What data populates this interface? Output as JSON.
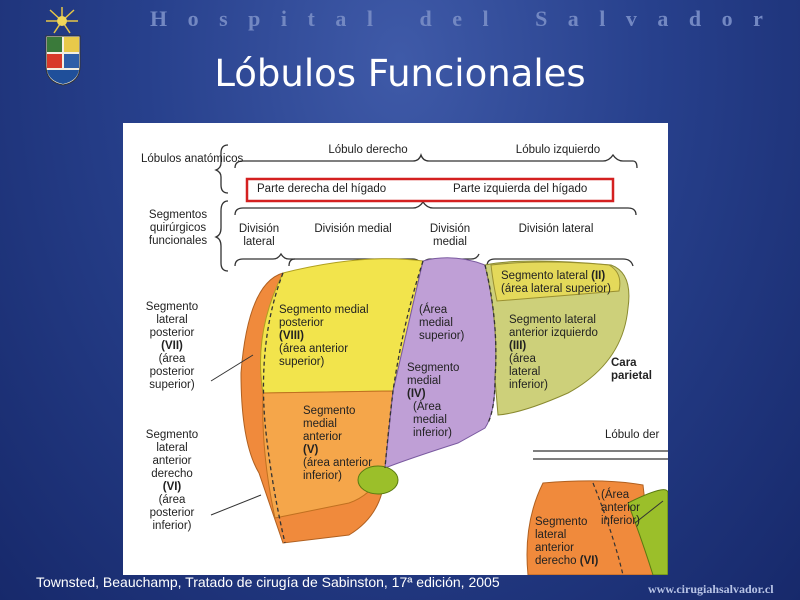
{
  "header": {
    "institution": "Hospital del Salvador",
    "title": "Lóbulos Funcionales"
  },
  "figure": {
    "rows": {
      "anatomic": "Lóbulos anatómicos",
      "surgical": "Segmentos quirúrgicos funcionales"
    },
    "anatomic_lobes": {
      "right": "Lóbulo derecho",
      "left": "Lóbulo izquierdo"
    },
    "liver_parts": {
      "right": "Parte derecha del hígado",
      "left": "Parte izquierda del hígado"
    },
    "divisions": {
      "right_lateral": "División lateral",
      "right_medial": "División medial",
      "left_medial": "División medial",
      "left_lateral": "División  lateral"
    },
    "segments": {
      "vii": {
        "l1": "Segmento",
        "l2": "lateral",
        "l3": "posterior",
        "num": "(VII)",
        "l4": "(área",
        "l5": "posterior",
        "l6": "superior)"
      },
      "vi": {
        "l1": "Segmento",
        "l2": "lateral",
        "l3": "anterior",
        "l4": "derecho",
        "num": "(VI)",
        "l5": "(área",
        "l6": "posterior",
        "l7": "inferior)"
      },
      "viii": {
        "l1": "Segmento medial",
        "l2": "posterior",
        "num": "(VIII)",
        "l3": "(área anterior",
        "l4": "superior)"
      },
      "v": {
        "l1": "Segmento",
        "l2": "medial",
        "l3": "anterior",
        "num": "(V)",
        "l4": "(área anterior",
        "l5": "inferior)"
      },
      "iva": {
        "l1": "(Área",
        "l2": "medial",
        "l3": "superior)"
      },
      "iv": {
        "l1": "Segmento",
        "l2": "medial",
        "num": "(IV)"
      },
      "ivb": {
        "l1": "(Área",
        "l2": "medial",
        "l3": "inferior)"
      },
      "ii": {
        "l1": "Segmento lateral",
        "num": "(II)",
        "l2": "(área lateral superior)"
      },
      "iii": {
        "l1": "Segmento lateral",
        "l2": "anterior izquierdo",
        "num": "(III)",
        "l3": "(área",
        "l4": "lateral",
        "l5": "inferior)"
      },
      "vi_inset": {
        "l1": "Segmento",
        "l2": "lateral",
        "l3": "anterior",
        "l4": "derecho",
        "num": "(VI)"
      },
      "inset_area": {
        "l1": "(Área",
        "l2": "anterior",
        "l3": "inferior)"
      }
    },
    "cara_parietal": {
      "l1": "Cara",
      "l2": "parietal"
    },
    "lobulo_derecho_partial": "Lóbulo der"
  },
  "footer": {
    "citation": "Townsted, Beauchamp, Tratado de cirugía de Sabinston, 17ª edición, 2005",
    "website": "www.cirugiahsalvador.cl"
  },
  "colors": {
    "background": "#27408c",
    "highlight_box": "#d42020",
    "segment_yellow": "#f2e44c",
    "segment_orange": "#f08a3c",
    "segment_purple": "#bf9fd6",
    "segment_olive": "#cdd07a",
    "gallbladder": "#9bbf2a"
  }
}
